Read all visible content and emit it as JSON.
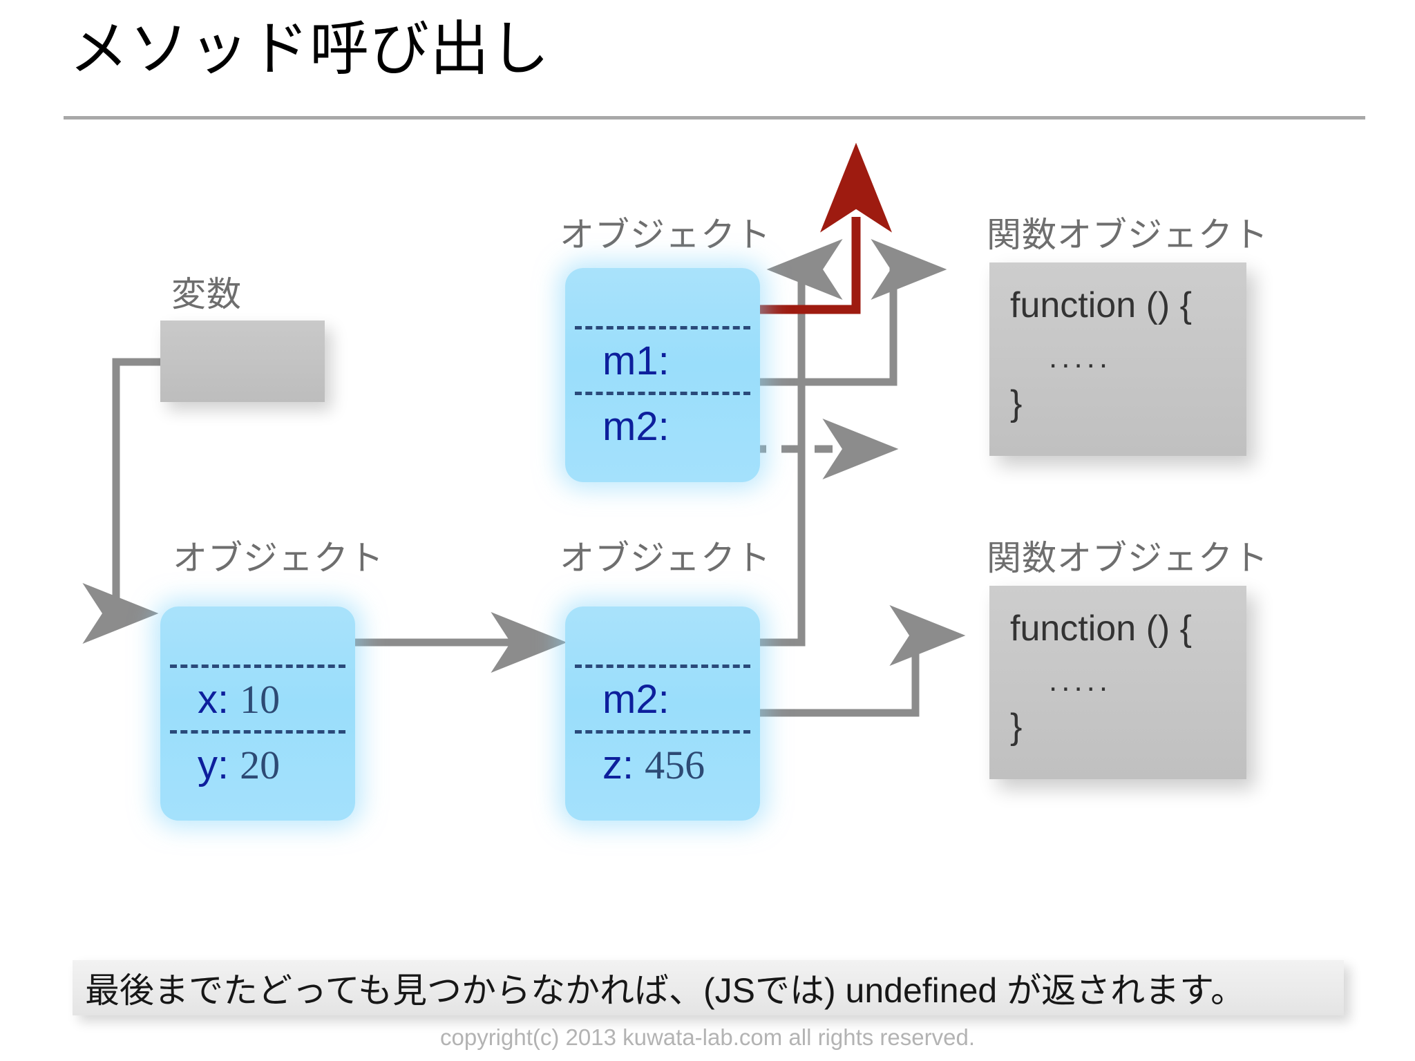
{
  "slide": {
    "title": "メソッド呼び出し",
    "caption": "最後までたどっても見つからなかれば、(JSでは) undefined が返されます。",
    "copyright": "copyright(c) 2013 kuwata-lab.com all rights reserved."
  },
  "labels": {
    "variable": "変数",
    "object": "オブジェクト",
    "function_object": "関数オブジェクト"
  },
  "objects": {
    "point": {
      "caption": "オブジェクト",
      "rows": [
        {
          "key": "x:",
          "value": "10"
        },
        {
          "key": "y:",
          "value": "20"
        }
      ]
    },
    "proto1": {
      "caption": "オブジェクト",
      "rows": [
        {
          "key": "m1:",
          "value": ""
        },
        {
          "key": "m2:",
          "value": ""
        }
      ]
    },
    "proto2": {
      "caption": "オブジェクト",
      "rows": [
        {
          "key": "m2:",
          "value": ""
        },
        {
          "key": "z:",
          "value": "456"
        }
      ]
    }
  },
  "function_objects": [
    {
      "caption": "関数オブジェクト",
      "line1": "function () {",
      "line2": ".....",
      "line3": "}"
    },
    {
      "caption": "関数オブジェクト",
      "line1": "function () {",
      "line2": ".....",
      "line3": "}"
    }
  ],
  "colors": {
    "object_fill": "#9adefb",
    "key_text": "#0d1f9c",
    "value_text": "#2d4a74",
    "separator": "#2a4a7a",
    "gray_box": "#c6c6c6",
    "connector": "#8c8c8c",
    "prototype_highlight": "#9e1b10",
    "caption_label": "#6e6e6e",
    "title_rule": "#a8a8a8"
  }
}
